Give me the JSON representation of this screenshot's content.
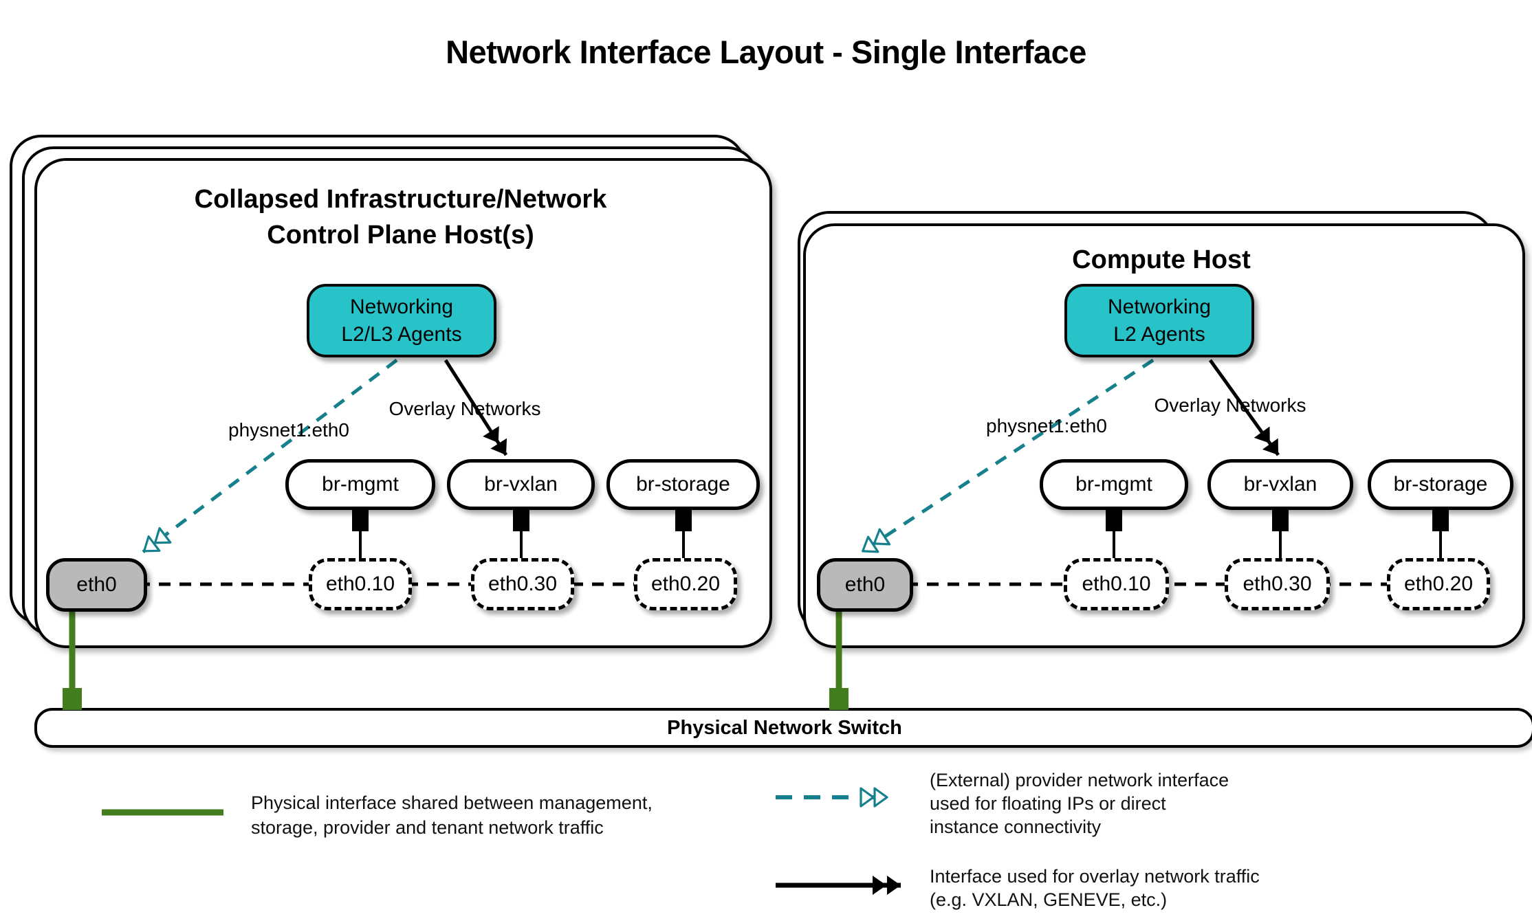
{
  "page_title": "Network Interface Layout - Single Interface",
  "colors": {
    "teal_fill": "#28c3c8",
    "teal_stroke": "#16808d",
    "green": "#447d1e",
    "gray_fill": "#b9b9b9"
  },
  "hosts": {
    "control": {
      "title": [
        "Collapsed Infrastructure/Network",
        "Control Plane Host(s)"
      ],
      "agent": [
        "Networking",
        "L2/L3 Agents"
      ],
      "provider_label": "physnet1:eth0",
      "overlay_label": "Overlay Networks",
      "bridges": [
        "br-mgmt",
        "br-vxlan",
        "br-storage"
      ],
      "phys_if": "eth0",
      "vlan_ifs": [
        "eth0.10",
        "eth0.30",
        "eth0.20"
      ]
    },
    "compute": {
      "title": [
        "Compute Host"
      ],
      "agent": [
        "Networking",
        "L2 Agents"
      ],
      "provider_label": "physnet1:eth0",
      "overlay_label": "Overlay Networks",
      "bridges": [
        "br-mgmt",
        "br-vxlan",
        "br-storage"
      ],
      "phys_if": "eth0",
      "vlan_ifs": [
        "eth0.10",
        "eth0.30",
        "eth0.20"
      ]
    }
  },
  "switch_label": "Physical Network Switch",
  "legend": {
    "physical": [
      "Physical interface shared between management,",
      "storage, provider and tenant network traffic"
    ],
    "provider": [
      "(External) provider network interface",
      "used for floating IPs or direct",
      "instance connectivity"
    ],
    "overlay": [
      "Interface used for overlay network traffic",
      "(e.g. VXLAN, GENEVE, etc.)"
    ]
  }
}
